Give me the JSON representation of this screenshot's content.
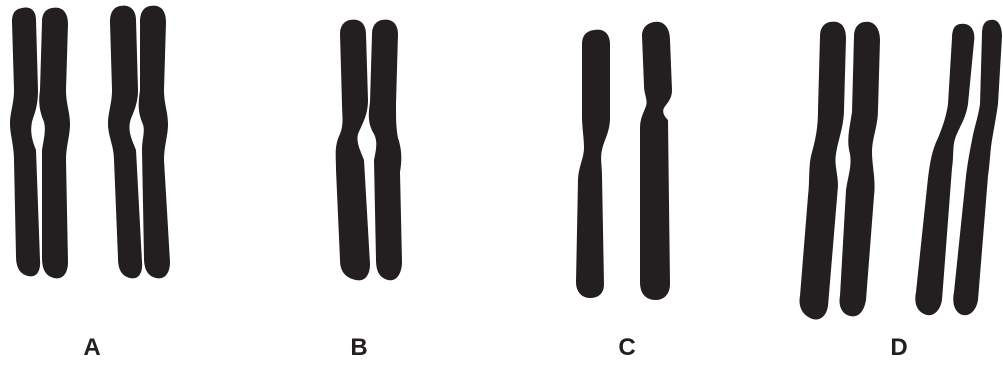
{
  "panels": [
    {
      "label": "A"
    },
    {
      "label": "B"
    },
    {
      "label": "C"
    },
    {
      "label": "D"
    }
  ],
  "colors": {
    "chromosome": "#231f20",
    "background": "#ffffff"
  }
}
